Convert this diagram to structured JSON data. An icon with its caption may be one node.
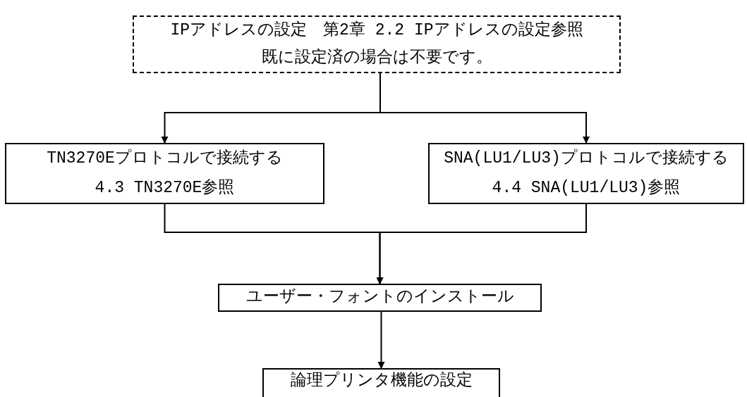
{
  "diagram": {
    "nodes": [
      {
        "text": [
          "IPアドレスの設定　第2章 2.2 IPアドレスの設定参照",
          "既に設定済の場合は不要です。"
        ]
      },
      {
        "text": [
          "TN3270Eプロトコルで接続する",
          "4.3 TN3270E参照"
        ]
      },
      {
        "text": [
          "SNA(LU1/LU3)プロトコルで接続する",
          "4.4 SNA(LU1/LU3)参照"
        ]
      },
      {
        "text": [
          "ユーザー・フォントのインストール"
        ]
      },
      {
        "text": [
          "論理プリンタ機能の設定"
        ]
      }
    ],
    "edges": [
      {
        "from": 0,
        "to": 1,
        "arrow": "to"
      },
      {
        "from": 0,
        "to": 2,
        "arrow": "to"
      },
      {
        "from": 1,
        "to": 3,
        "arrow": "to"
      },
      {
        "from": 2,
        "to": 3,
        "arrow": "to"
      },
      {
        "from": 3,
        "to": 4,
        "arrow": "to"
      }
    ]
  }
}
